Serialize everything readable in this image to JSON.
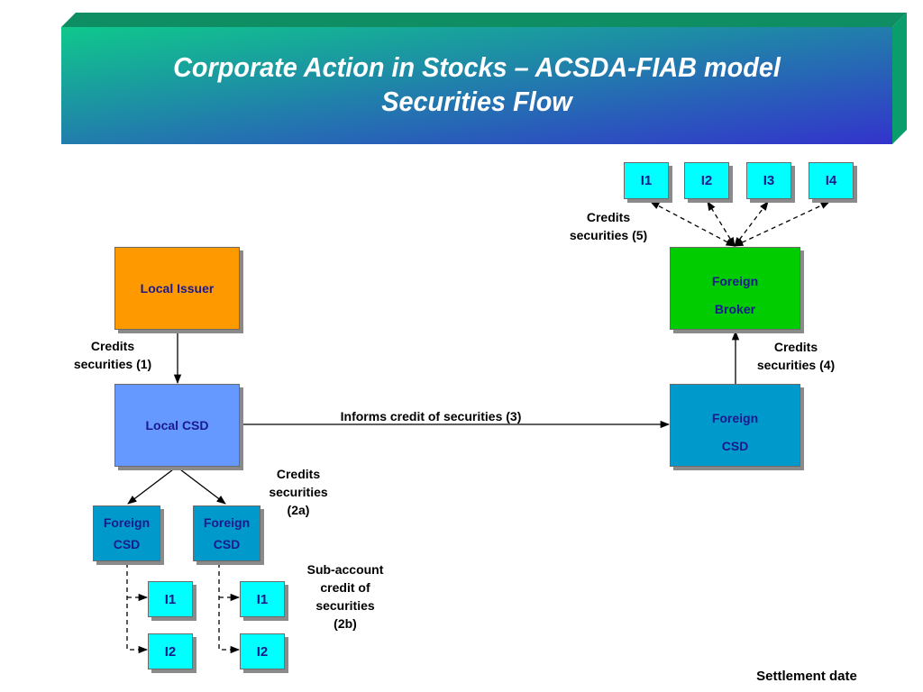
{
  "slide": {
    "title_line1": "Corporate Action in Stocks – ACSDA-FIAB model",
    "title_line2": "Securities Flow",
    "footer": "Settlement date"
  },
  "nodes": {
    "local_issuer": "Local Issuer",
    "local_csd": "Local CSD",
    "foreign_broker": [
      "Foreign",
      "Broker"
    ],
    "foreign_csd": [
      "Foreign",
      "CSD"
    ],
    "foreign_csd_a": [
      "Foreign",
      "CSD"
    ],
    "foreign_csd_b": [
      "Foreign",
      "CSD"
    ],
    "investors_top": [
      "I1",
      "I2",
      "I3",
      "I4"
    ],
    "investors_a": [
      "I1",
      "I2"
    ],
    "investors_b": [
      "I1",
      "I2"
    ]
  },
  "labels": {
    "step1": [
      "Credits",
      "securities (1)"
    ],
    "step2a": [
      "Credits",
      "securities",
      "(2a)"
    ],
    "step2b": [
      "Sub-account",
      "credit of",
      "securities",
      "(2b)"
    ],
    "step3": "Informs credit of securities (3)",
    "step4": [
      "Credits",
      "securities (4)"
    ],
    "step5": [
      "Credits",
      "securities (5)"
    ]
  },
  "colors": {
    "header_gradient_start": "#0fc88c",
    "header_gradient_end": "#3333cc",
    "header_side": "#0a9e6c",
    "header_top": "#0f8e64",
    "local_issuer": "#ff9900",
    "local_csd": "#6699ff",
    "foreign_csd": "#0099cc",
    "foreign_broker": "#00cc00",
    "investor": "#00ffff",
    "box_text": "#1a1a8c"
  }
}
